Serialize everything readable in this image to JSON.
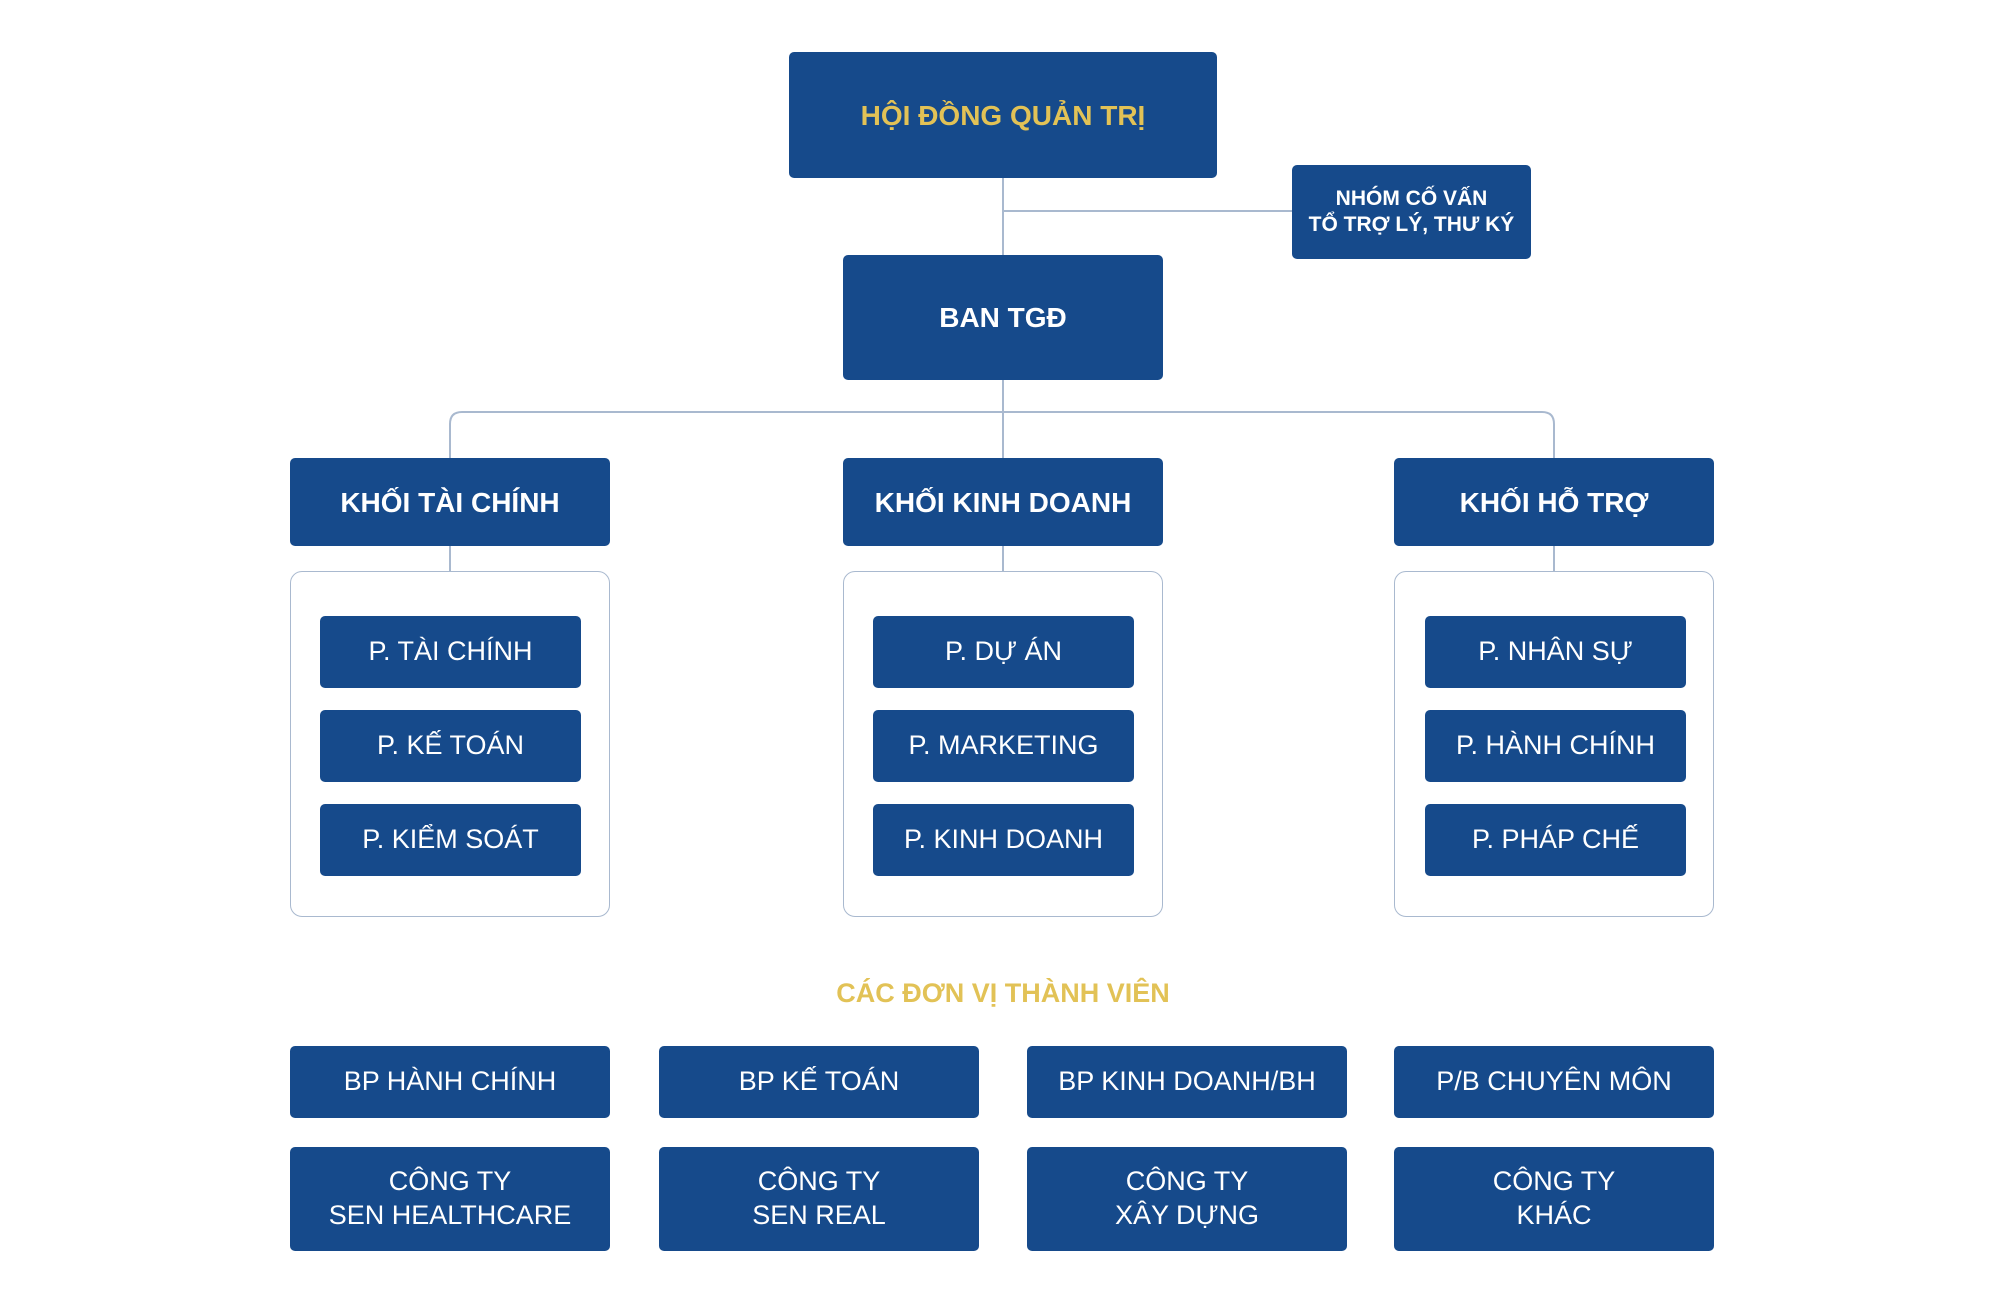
{
  "board": {
    "label": "HỘI ĐỒNG QUẢN TRỊ"
  },
  "advisors": {
    "label": "NHÓM CỐ VẤN\nTỔ TRỢ LÝ, THƯ KÝ"
  },
  "executive": {
    "label": "BAN TGĐ"
  },
  "blocks": [
    {
      "label": "KHỐI TÀI CHÍNH",
      "departments": [
        "P. TÀI CHÍNH",
        "P. KẾ TOÁN",
        "P. KIỂM SOÁT"
      ]
    },
    {
      "label": "KHỐI KINH DOANH",
      "departments": [
        "P. DỰ ÁN",
        "P. MARKETING",
        "P. KINH DOANH"
      ]
    },
    {
      "label": "KHỐI HỖ TRỢ",
      "departments": [
        "P. NHÂN SỰ",
        "P. HÀNH CHÍNH",
        "P. PHÁP CHẾ"
      ]
    }
  ],
  "members": {
    "title": "CÁC ĐƠN VỊ THÀNH VIÊN",
    "units": [
      "BP HÀNH CHÍNH",
      "BP KẾ TOÁN",
      "BP KINH DOANH/BH",
      "P/B CHUYÊN MÔN"
    ],
    "companies": [
      "CÔNG TY\nSEN HEALTHCARE",
      "CÔNG TY\nSEN REAL",
      "CÔNG TY\nXÂY DỰNG",
      "CÔNG TY\nKHÁC"
    ]
  },
  "colors": {
    "box": "#164a8b",
    "gold": "#e2c256",
    "line": "#a9b9cf"
  }
}
